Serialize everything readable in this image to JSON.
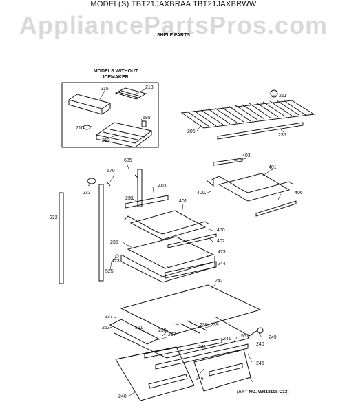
{
  "header": {
    "model_line": "MODEL(S) TBT21JAXBRAA  TBT21JAXBRWW",
    "watermark": "AppliancePartsPros.com",
    "section": "SHELF PARTS"
  },
  "inset": {
    "label": "MODELS WITHOUT ICEMAKER"
  },
  "art_number": "(ART NO. WR18108 C13)",
  "parts": {
    "p215": "215",
    "p213": "213",
    "p211": "211",
    "p685a": "685",
    "p210": "210",
    "p212": "212",
    "p205": "205",
    "p235": "235",
    "p403a": "403",
    "p401a": "401",
    "p570": "570",
    "p685b": "685",
    "p400a": "400",
    "p406": "406",
    "p233": "233",
    "p232a": "232",
    "p403b": "403",
    "p232b": "232",
    "p401b": "401",
    "p400b": "400",
    "p402": "402",
    "p236": "236",
    "p473a": "473",
    "p473b": "473",
    "p244": "244",
    "p525": "525",
    "p242": "242",
    "p237a": "237",
    "p263": "263",
    "p551a": "551",
    "p239a": "239",
    "p239b": "239",
    "p238": "238",
    "p237b": "237",
    "p249": "249",
    "p551b": "551",
    "p241a": "241",
    "p241b": "241",
    "p240a": "240",
    "p246a": "246",
    "p246b": "246",
    "p240b": "240"
  },
  "colors": {
    "ink": "#111111",
    "watermark": "#d9d9d9"
  }
}
